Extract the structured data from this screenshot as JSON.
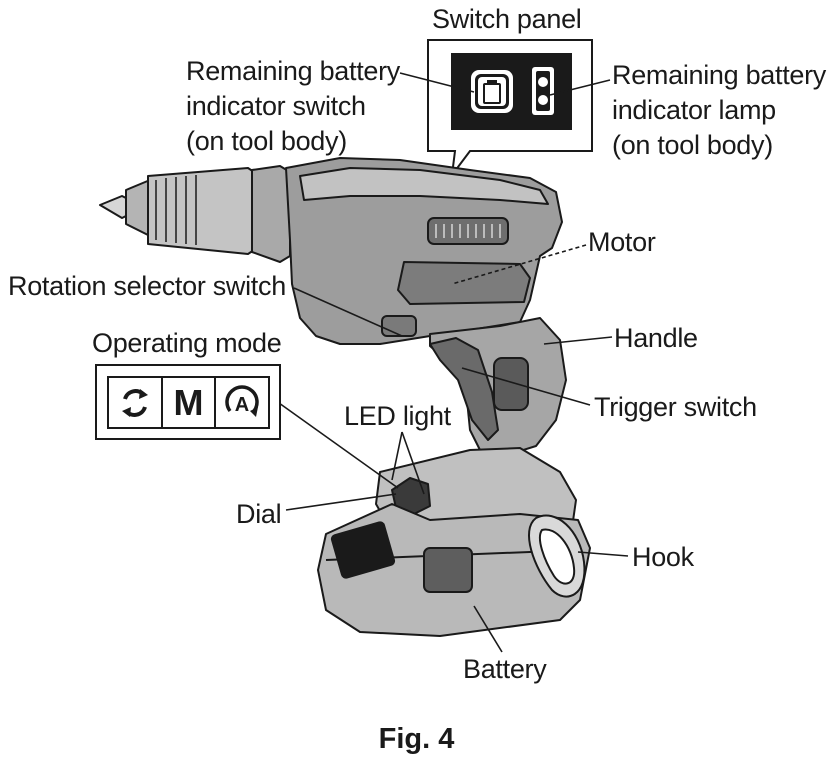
{
  "labels": {
    "switch_panel": "Switch panel",
    "battery_switch": "Remaining battery\nindicator switch\n(on tool body)",
    "battery_lamp": "Remaining battery\nindicator lamp\n(on tool body)",
    "motor": "Motor",
    "rotation_selector": "Rotation selector switch",
    "handle": "Handle",
    "operating_mode": "Operating mode",
    "trigger_switch": "Trigger switch",
    "led_light": "LED light",
    "dial": "Dial",
    "hook": "Hook",
    "battery": "Battery"
  },
  "operating_modes": {
    "manual": "M",
    "auto": "A"
  },
  "caption": "Fig. 4",
  "colors": {
    "ink": "#1a1a1a",
    "body_dark": "#8f8f8f",
    "body_mid": "#b4b4b4",
    "body_light": "#d6d6d6",
    "panel_black": "#1a1a1a"
  },
  "icons": {
    "rotation_mode": "rotate-arrows-icon",
    "battery_switch": "battery-icon",
    "battery_lamp": "battery-lamp-icon"
  }
}
